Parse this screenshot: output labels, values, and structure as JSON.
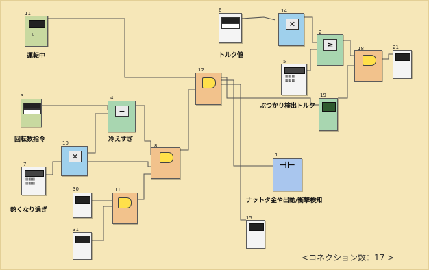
{
  "labels": {
    "running": "運転中",
    "speed_command": "回転数指令",
    "overtemp_limit": "冷えすぎ",
    "heatup": "熱くなり過ぎ",
    "torque": "トルク値",
    "stall_torque": "ぶつかり検出トルク",
    "knock_output": "ナットタ金や出動/衝撃検知"
  },
  "status": "<コネクション数：17 >",
  "connection_count": 17,
  "colors": {
    "background": "#f6e7b8",
    "block_green": "#c8d9a0",
    "block_blue": "#9fd0ec",
    "block_orange": "#f2c28c",
    "block_white": "#f4f4f4",
    "block_teal": "#a8d6b0",
    "wire": "#555555"
  }
}
